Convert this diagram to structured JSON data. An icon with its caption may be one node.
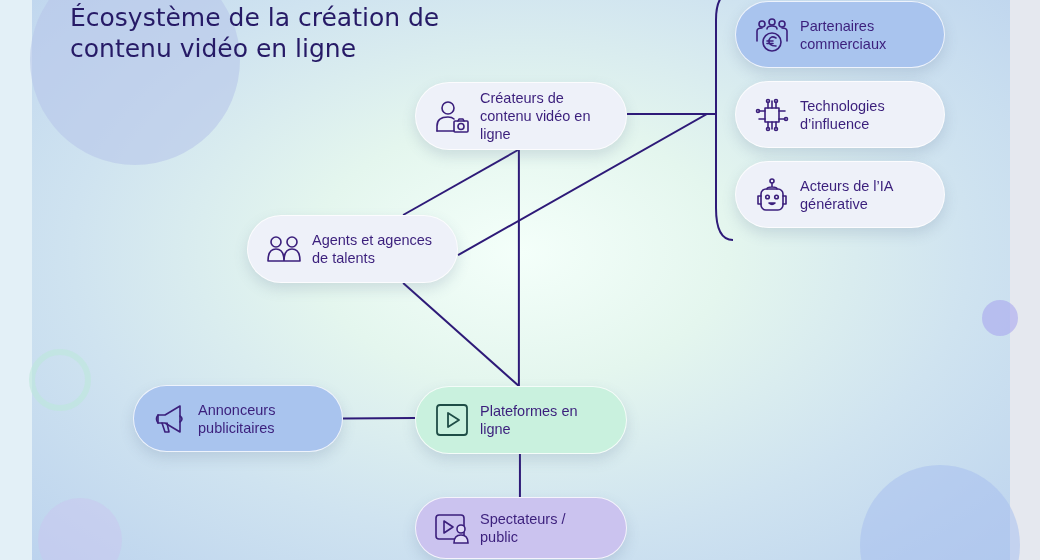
{
  "diagram": {
    "title": "Écosystème de la création de contenu vidéo en ligne",
    "nodes": [
      {
        "text": [
          "Créateurs de contenu vidéo en ligne"
        ]
      },
      {
        "text": [],
        "shape": "bracket"
      },
      {
        "text": [
          "Partenaires commerciaux"
        ]
      },
      {
        "text": [
          "Technologies d’influence"
        ]
      },
      {
        "text": [
          "Acteurs de l’IA générative"
        ]
      },
      {
        "text": [
          "Agents et agences de talents"
        ]
      },
      {
        "text": [
          "Annonceurs publicitaires"
        ]
      },
      {
        "text": [
          "Plateformes en ligne"
        ]
      },
      {
        "text": [
          "Spectateurs / public"
        ]
      }
    ],
    "edges": [
      {
        "from": 0,
        "to": 1,
        "arrow": "none"
      },
      {
        "from": 5,
        "to": 1,
        "arrow": "none"
      },
      {
        "from": 5,
        "to": 0,
        "arrow": "none"
      },
      {
        "from": 0,
        "to": 7,
        "arrow": "none"
      },
      {
        "from": 5,
        "to": 7,
        "arrow": "none"
      },
      {
        "from": 6,
        "to": 7,
        "arrow": "none"
      },
      {
        "from": 7,
        "to": 8,
        "arrow": "none"
      }
    ]
  }
}
